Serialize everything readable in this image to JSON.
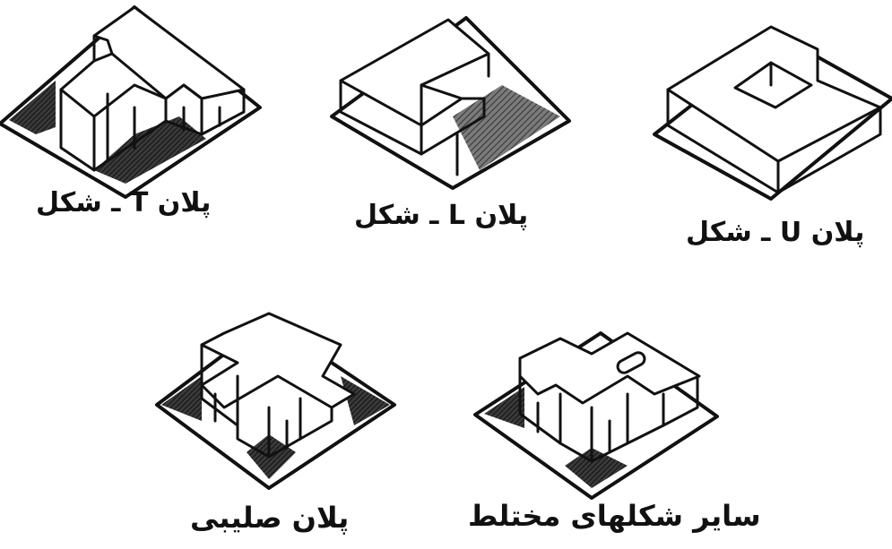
{
  "labels": {
    "t_plan": "پلان T ـ شکل",
    "l_plan": "پلان L ـ شکل",
    "u_plan": "پلان U ـ شکل",
    "cross_plan": "پلان صلیبی",
    "mixed_plan": "سایر شکلهای مختلط"
  }
}
